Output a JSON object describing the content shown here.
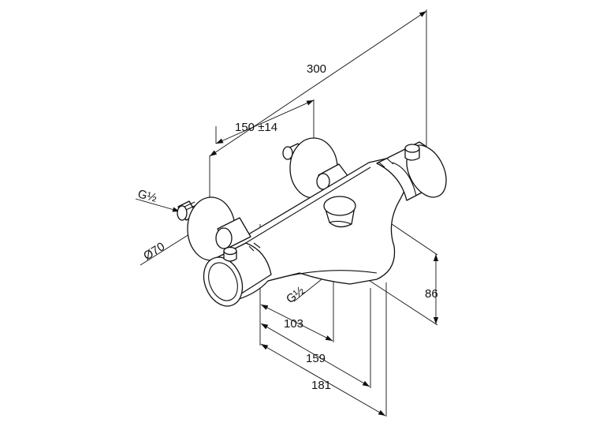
{
  "dimensions": {
    "overall_width": "300",
    "centre_distance": "150 ±14",
    "height": "86",
    "dim_103": "103",
    "dim_159": "159",
    "dim_181": "181",
    "rosette_diameter": "Ø70",
    "inlet_thread": "G½",
    "outlet_thread": "G½"
  }
}
